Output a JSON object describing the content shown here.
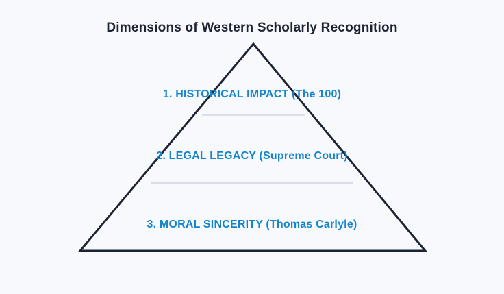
{
  "diagram": {
    "title": "Dimensions of Western Scholarly Recognition",
    "type": "pyramid",
    "levels": [
      {
        "rank": 1,
        "label": "1. HISTORICAL IMPACT (The 100)"
      },
      {
        "rank": 2,
        "label": "2. LEGAL LEGACY (Supreme Court)"
      },
      {
        "rank": 3,
        "label": "3. MORAL SINCERITY (Thomas Carlyle)"
      }
    ],
    "colors": {
      "background": "#f8f9fc",
      "title_text": "#1c2433",
      "pyramid_outline": "#1c2433",
      "level_label": "#1484cd",
      "divider": "#d9dee8"
    }
  }
}
